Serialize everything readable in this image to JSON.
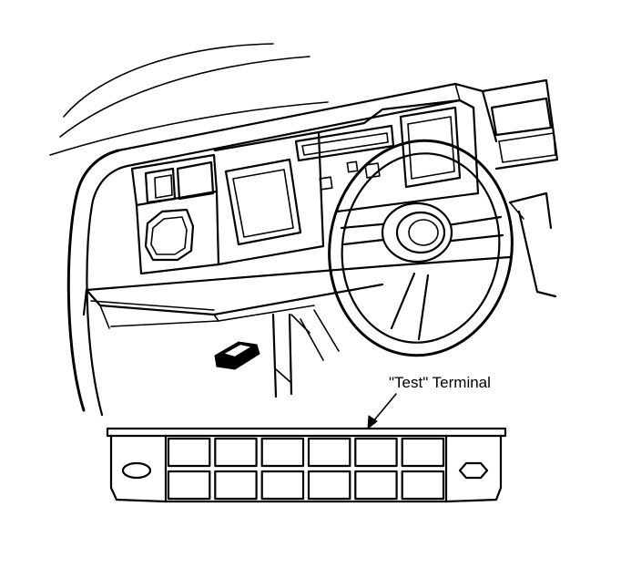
{
  "callout": {
    "label": "\"Test\" Terminal"
  },
  "connector": {
    "rows": 2,
    "cells_per_row": 6
  },
  "colors": {
    "ink": "#000000",
    "paper": "#ffffff"
  }
}
